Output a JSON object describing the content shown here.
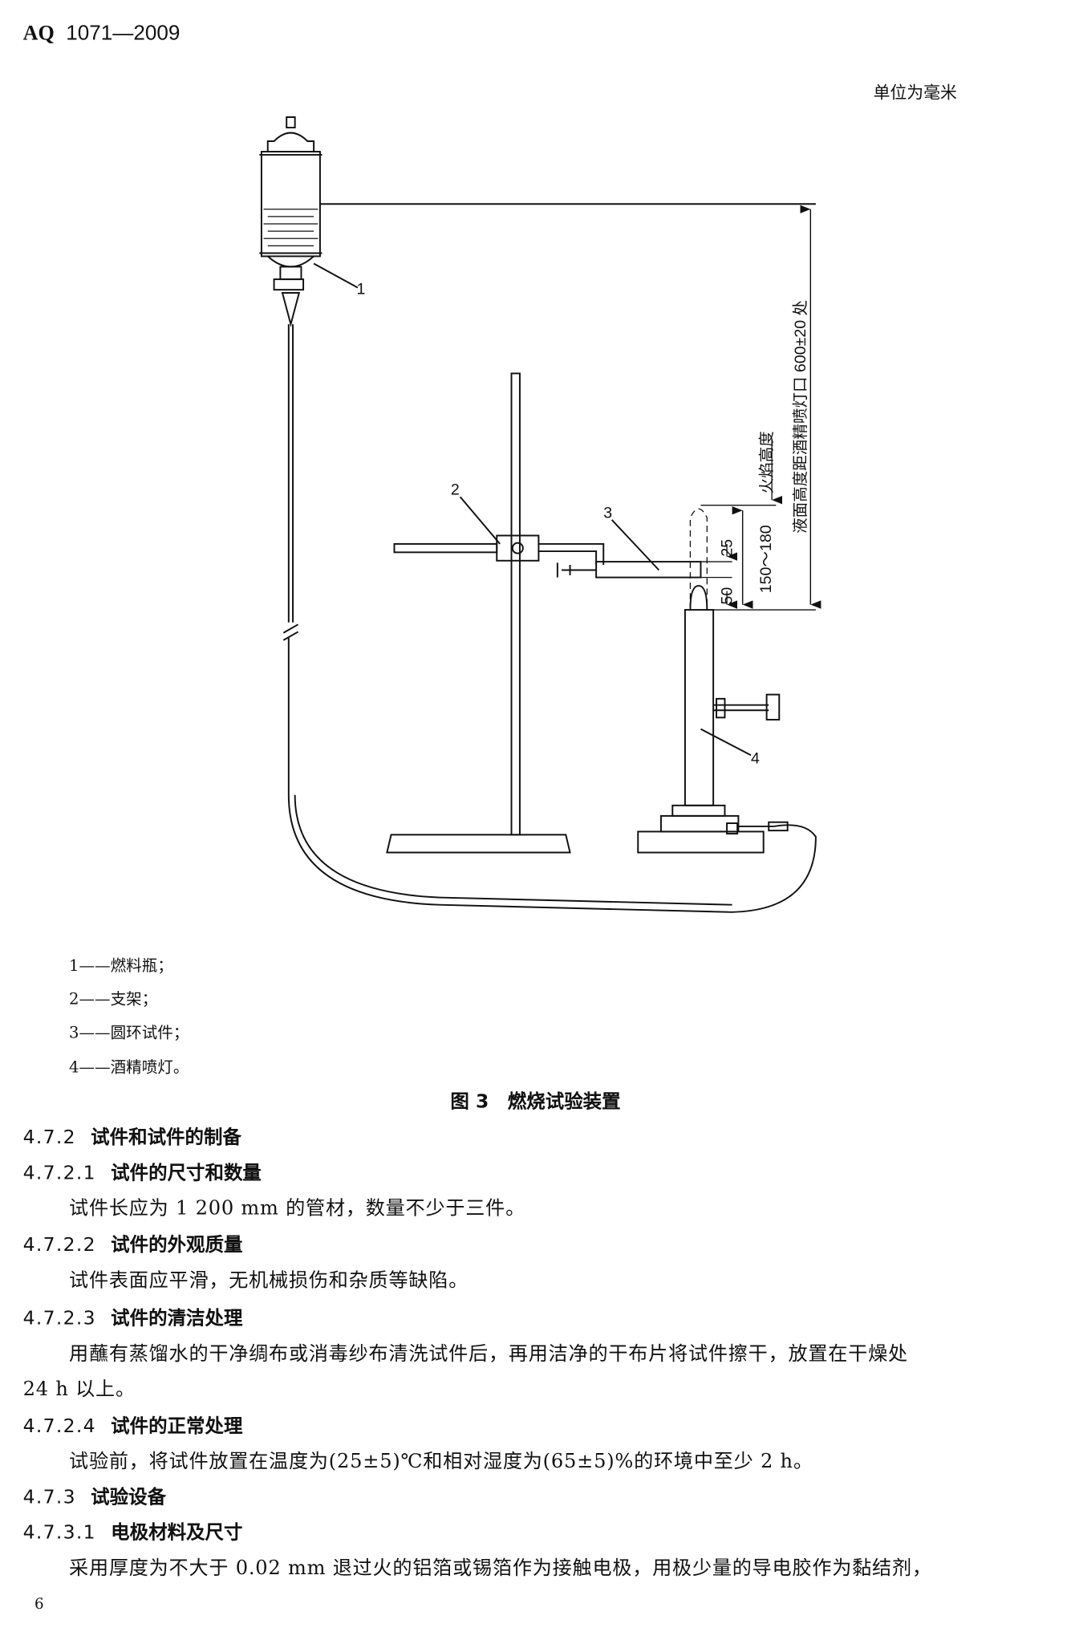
{
  "header": {
    "standard_prefix": "AQ",
    "standard_number": "1071—2009"
  },
  "figure": {
    "unit_note": "单位为毫米",
    "callouts": [
      "1",
      "2",
      "3",
      "4"
    ],
    "dimensions": {
      "flame_height_label": "火焰高度",
      "liquid_height_label": "液面高度距酒精喷灯口 600±20 处",
      "range_label": "150～180",
      "dim_25": "25",
      "dim_50": "50"
    },
    "legend": [
      "1——燃料瓶；",
      "2——支架；",
      "3——圆环试件；",
      "4——酒精喷灯。"
    ],
    "caption": "图 3　燃烧试验装置"
  },
  "sections": [
    {
      "num": "4.7.2",
      "title": "试件和试件的制备"
    },
    {
      "num": "4.7.2.1",
      "title": "试件的尺寸和数量",
      "body": "试件长应为 1 200 mm 的管材，数量不少于三件。"
    },
    {
      "num": "4.7.2.2",
      "title": "试件的外观质量",
      "body": "试件表面应平滑，无机械损伤和杂质等缺陷。"
    },
    {
      "num": "4.7.2.3",
      "title": "试件的清洁处理",
      "body": "用蘸有蒸馏水的干净绸布或消毒纱布清洗试件后，再用洁净的干布片将试件擦干，放置在干燥处",
      "body_cont": "24 h 以上。"
    },
    {
      "num": "4.7.2.4",
      "title": "试件的正常处理",
      "body": "试验前，将试件放置在温度为(25±5)℃和相对湿度为(65±5)%的环境中至少 2 h。"
    },
    {
      "num": "4.7.3",
      "title": "试验设备"
    },
    {
      "num": "4.7.3.1",
      "title": "电极材料及尺寸",
      "body": "采用厚度为不大于 0.02 mm 退过火的铝箔或锡箔作为接触电极，用极少量的导电胶作为黏结剂，"
    }
  ],
  "page_number": "6"
}
